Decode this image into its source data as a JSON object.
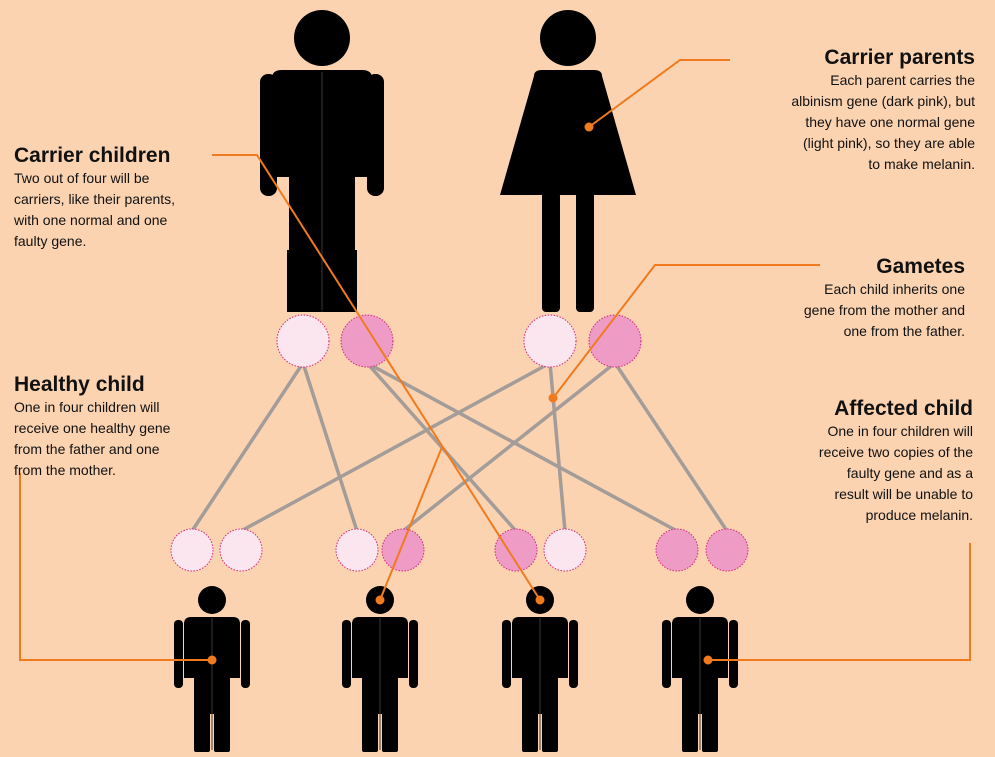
{
  "labels": {
    "carrier_parents": {
      "title": "Carrier parents",
      "body": [
        "Each parent carries the",
        "albinism gene (dark pink), but",
        "they have one normal gene",
        "(light pink), so they are able",
        "to make melanin."
      ]
    },
    "carrier_children": {
      "title": "Carrier children",
      "body": [
        "Two out of four will be",
        "carriers, like their parents,",
        "with one normal and one",
        "faulty gene."
      ]
    },
    "gametes": {
      "title": "Gametes",
      "body": [
        "Each child inherits one",
        "gene from the mother and",
        "one from the father."
      ]
    },
    "healthy_child": {
      "title": "Healthy child",
      "body": [
        "One in four children will",
        "receive one healthy gene",
        "from the father and one",
        "from the mother."
      ]
    },
    "affected_child": {
      "title": "Affected child",
      "body": [
        "One in four children will",
        "receive two copies of the",
        "faulty gene and as a",
        "result will be unable to",
        "produce melanin."
      ]
    }
  },
  "colors": {
    "background": "#fbd3b1",
    "normal_gene": "#fbe5ee",
    "faulty_gene": "#ee9cc6",
    "gene_outline": "#d2257f",
    "figure": "#000000",
    "connector": "#a39c99",
    "callout": "#f07a1e"
  },
  "parents": [
    {
      "role": "father",
      "genes": [
        "normal",
        "faulty"
      ]
    },
    {
      "role": "mother",
      "genes": [
        "normal",
        "faulty"
      ]
    }
  ],
  "children": [
    {
      "genes": [
        "normal",
        "normal"
      ],
      "status": "healthy"
    },
    {
      "genes": [
        "normal",
        "faulty"
      ],
      "status": "carrier"
    },
    {
      "genes": [
        "faulty",
        "normal"
      ],
      "status": "carrier"
    },
    {
      "genes": [
        "faulty",
        "faulty"
      ],
      "status": "affected"
    }
  ]
}
